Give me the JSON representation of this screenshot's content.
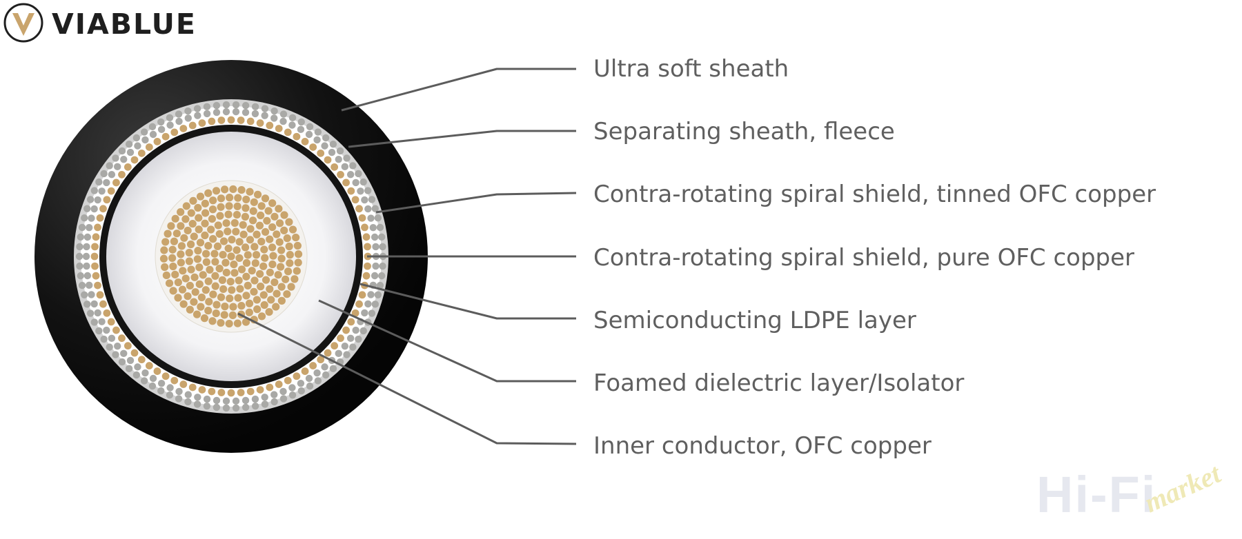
{
  "brand": {
    "name": "VIABLUE"
  },
  "watermark": {
    "main": "Hi-Fi",
    "script": "market"
  },
  "colors": {
    "sheath": "#111111",
    "tinned": "#a9a9a6",
    "copper": "#c9a46c",
    "label_text": "#5f5f5f",
    "leader": "#5c5c5c",
    "logo_accent": "#c9a46c"
  },
  "diagram": {
    "labels": [
      "Ultra soft sheath",
      "Separating sheath, fleece",
      "Contra-rotating spiral shield, tinned OFC copper",
      "Contra-rotating spiral shield, pure OFC copper",
      "Semiconducting LDPE layer",
      "Foamed dielectric layer/Isolator",
      "Inner conductor, OFC copper"
    ]
  }
}
